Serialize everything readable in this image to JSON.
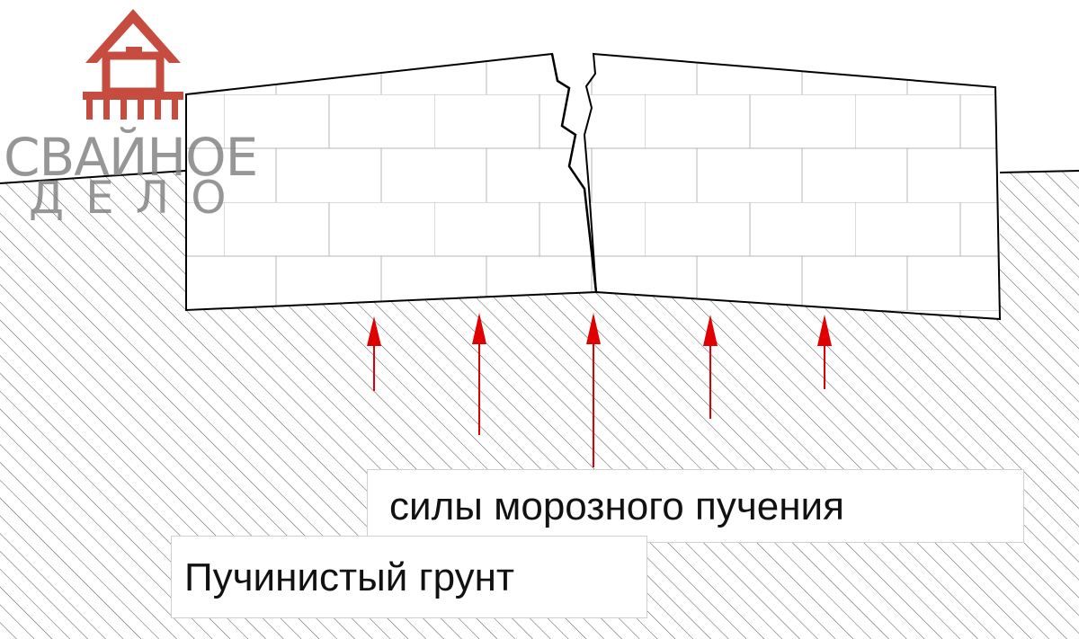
{
  "labels": {
    "forces": "силы морозного пучения",
    "soil": "Пучинистый грунт"
  },
  "logo": {
    "line1": "СВАЙНОЕ",
    "line2": "ДЕЛО",
    "icon": "house-on-piles-icon",
    "color": "#c0392b"
  },
  "colors": {
    "arrow": "#e00000",
    "outline": "#000000",
    "brick_lines": "#b4b4b4",
    "hatch": "#555555"
  },
  "arrows": {
    "count": 5,
    "direction": "up"
  }
}
